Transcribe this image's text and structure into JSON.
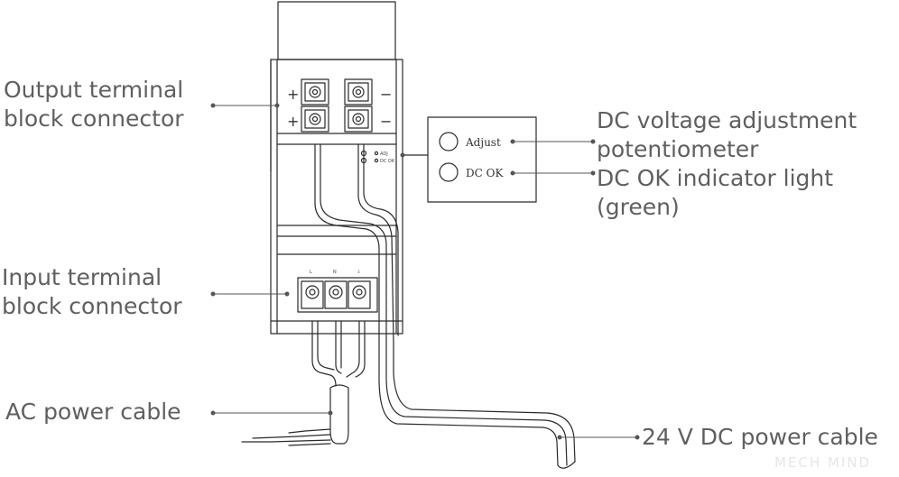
{
  "labels": {
    "output_terminal": "Output terminal\nblock connector",
    "input_terminal": "Input terminal\nblock connector",
    "ac_cable": "AC power cable",
    "dc_adjust": "DC voltage adjustment\npotentiometer",
    "dc_ok": "DC OK indicator light\n(green)",
    "dc_cable": "24 V DC power cable"
  },
  "panel": {
    "adjust": "Adjust",
    "dcok": "DC OK"
  },
  "terminals": {
    "plus": "+",
    "minus": "−",
    "input_marks": [
      "L",
      "N",
      "⏚"
    ],
    "led_marks": [
      "ADJ",
      "DC OK"
    ]
  },
  "watermark": "MECH MIND",
  "colors": {
    "line": "#2a2a2a",
    "text": "#5f5f5f",
    "leader": "#555555"
  }
}
